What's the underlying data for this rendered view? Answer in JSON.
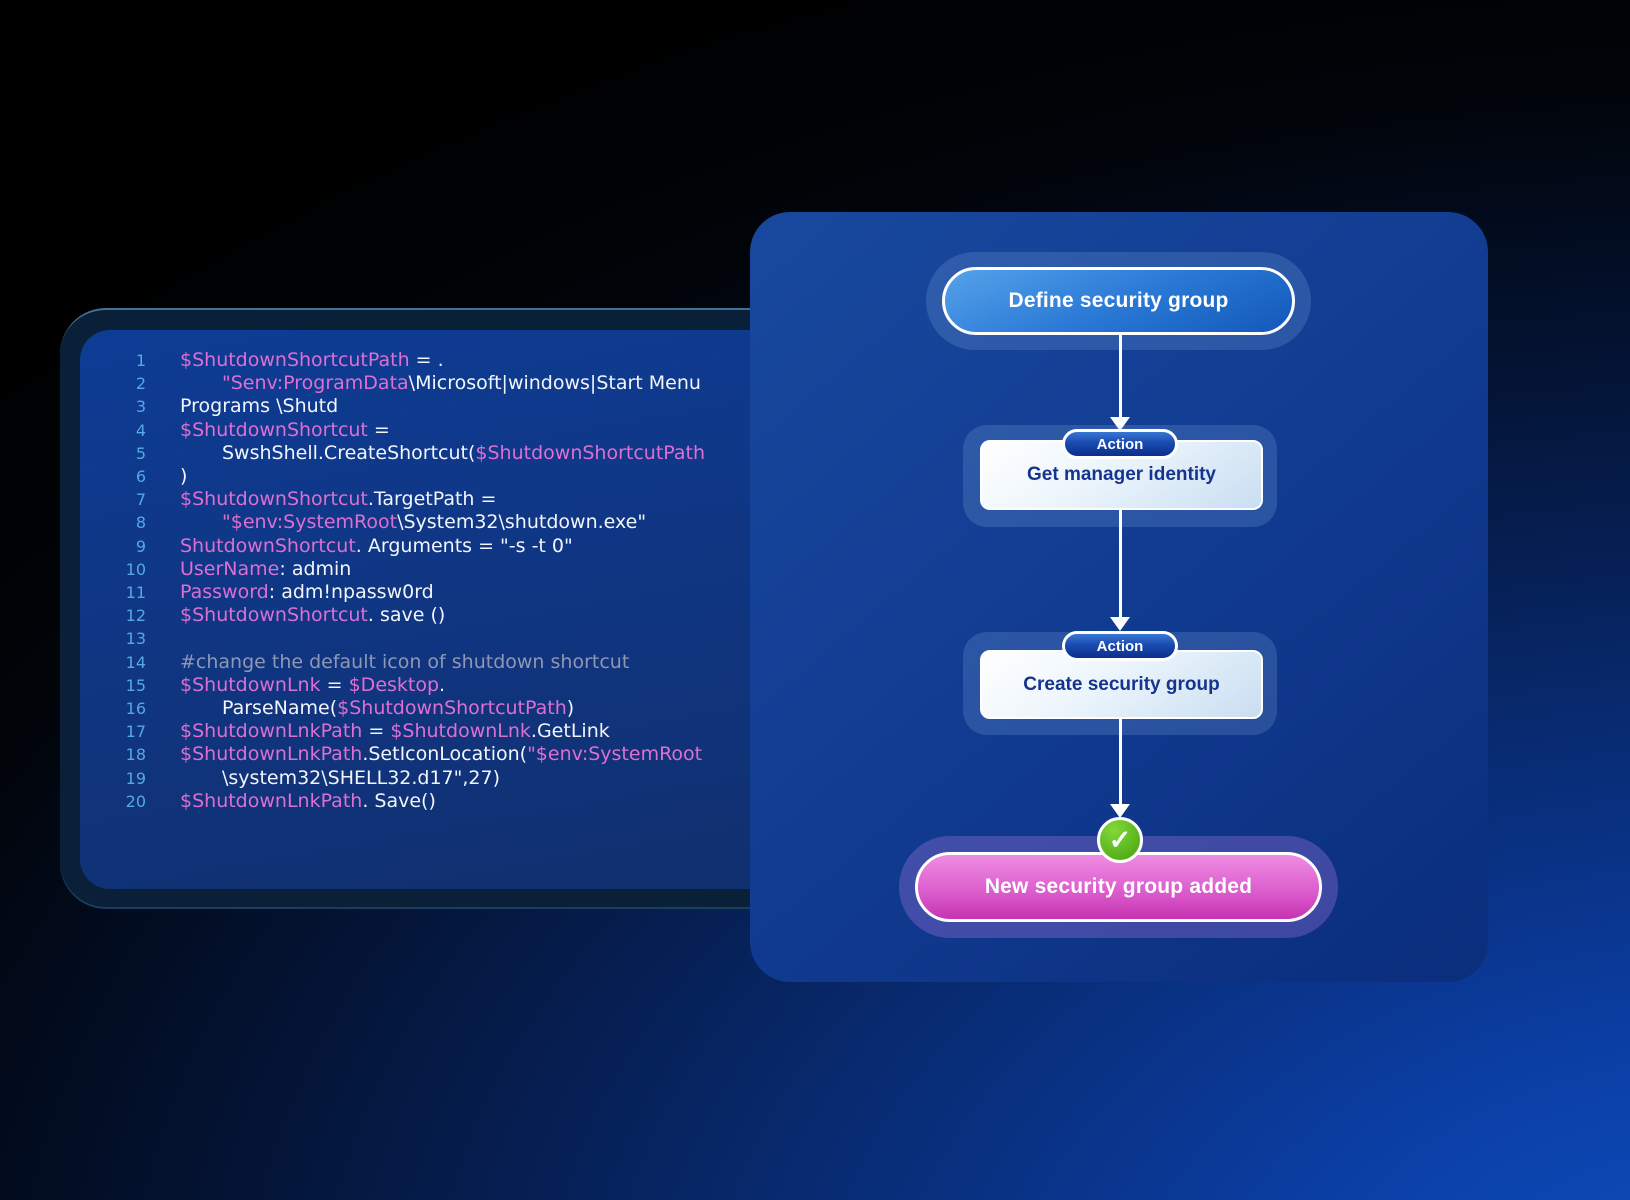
{
  "colors": {
    "background_dark": "#000000",
    "background_bright": "#0d47b5",
    "code_frame": "#0a2038",
    "code_panel_top": "#0e3c95",
    "code_panel_bottom": "#112f6e",
    "line_number": "#54a9e2",
    "code_variable_pink": "#de6fd2",
    "code_plain_white": "#f2f5fb",
    "code_comment_gray": "#8e98b4",
    "flow_panel_light": "#18499e",
    "flow_panel_dark": "#0b2d7c",
    "start_pill_light": "#55a2ea",
    "start_pill_dark": "#1258ba",
    "action_badge_light": "#3a77d4",
    "action_badge_dark": "#0b2f8c",
    "action_box_top": "#ffffff",
    "action_box_bottom": "#c9def2",
    "action_box_text": "#16338f",
    "result_pill_light": "#ee8ce2",
    "result_pill_dark": "#c633b2",
    "check_green": "#62bd23"
  },
  "code_panel": {
    "lines": [
      {
        "n": "1",
        "indent": 0,
        "seg": [
          {
            "t": "v",
            "x": "$ShutdownShortcutPath"
          },
          {
            "t": "p",
            "x": " =  ."
          }
        ]
      },
      {
        "n": "2",
        "indent": 1,
        "seg": [
          {
            "t": "v",
            "x": "\"Senv:ProgramData"
          },
          {
            "t": "p",
            "x": "\\Microsoft|windows|Start Menu"
          }
        ]
      },
      {
        "n": "3",
        "indent": 0,
        "seg": [
          {
            "t": "p",
            "x": "Programs \\Shutd"
          }
        ]
      },
      {
        "n": "4",
        "indent": 0,
        "seg": [
          {
            "t": "v",
            "x": "$ShutdownShortcut"
          },
          {
            "t": "p",
            "x": " ="
          }
        ]
      },
      {
        "n": "5",
        "indent": 1,
        "seg": [
          {
            "t": "p",
            "x": "SwshShell.CreateShortcut("
          },
          {
            "t": "v",
            "x": "$ShutdownShortcutPath"
          }
        ]
      },
      {
        "n": "6",
        "indent": 0,
        "seg": [
          {
            "t": "p",
            "x": ")"
          }
        ]
      },
      {
        "n": "7",
        "indent": 0,
        "seg": [
          {
            "t": "v",
            "x": "$ShutdownShortcut"
          },
          {
            "t": "p",
            "x": ".TargetPath ="
          }
        ]
      },
      {
        "n": "8",
        "indent": 1,
        "seg": [
          {
            "t": "v",
            "x": "\"$env:SystemRoot"
          },
          {
            "t": "p",
            "x": "\\System32\\shutdown.exe\""
          }
        ]
      },
      {
        "n": "9",
        "indent": 0,
        "seg": [
          {
            "t": "v",
            "x": "ShutdownShortcut"
          },
          {
            "t": "p",
            "x": ". Arguments = \"-s -t 0\""
          }
        ]
      },
      {
        "n": "10",
        "indent": 0,
        "seg": [
          {
            "t": "v",
            "x": "UserName"
          },
          {
            "t": "p",
            "x": ": admin"
          }
        ]
      },
      {
        "n": "11",
        "indent": 0,
        "seg": [
          {
            "t": "v",
            "x": "Password"
          },
          {
            "t": "p",
            "x": ": adm!npassw0rd"
          }
        ]
      },
      {
        "n": "12",
        "indent": 0,
        "seg": [
          {
            "t": "v",
            "x": "$ShutdownShortcut"
          },
          {
            "t": "p",
            "x": ". save ()"
          }
        ]
      },
      {
        "n": "13",
        "indent": 0,
        "seg": []
      },
      {
        "n": "14",
        "indent": 0,
        "seg": [
          {
            "t": "c",
            "x": "#change the default icon of shutdown shortcut"
          }
        ]
      },
      {
        "n": "15",
        "indent": 0,
        "seg": [
          {
            "t": "v",
            "x": "$ShutdownLnk"
          },
          {
            "t": "p",
            "x": " = "
          },
          {
            "t": "v",
            "x": "$Desktop"
          },
          {
            "t": "p",
            "x": "."
          }
        ]
      },
      {
        "n": "16",
        "indent": 1,
        "seg": [
          {
            "t": "p",
            "x": "ParseName("
          },
          {
            "t": "v",
            "x": "$ShutdownShortcutPath"
          },
          {
            "t": "p",
            "x": ")"
          }
        ]
      },
      {
        "n": "17",
        "indent": 0,
        "seg": [
          {
            "t": "v",
            "x": "$ShutdownLnkPath"
          },
          {
            "t": "p",
            "x": " = "
          },
          {
            "t": "v",
            "x": "$ShutdownLnk"
          },
          {
            "t": "p",
            "x": ".GetLink"
          }
        ]
      },
      {
        "n": "18",
        "indent": 0,
        "seg": [
          {
            "t": "v",
            "x": "$ShutdownLnkPath"
          },
          {
            "t": "p",
            "x": ".SetIconLocation("
          },
          {
            "t": "v",
            "x": "\"$env:SystemRoot"
          }
        ]
      },
      {
        "n": "19",
        "indent": 1,
        "seg": [
          {
            "t": "p",
            "x": "\\system32\\SHELL32.d17\",27)"
          }
        ]
      },
      {
        "n": "20",
        "indent": 0,
        "seg": [
          {
            "t": "v",
            "x": "$ShutdownLnkPath"
          },
          {
            "t": "p",
            "x": ". Save()"
          }
        ]
      }
    ]
  },
  "flowchart": {
    "start": {
      "label": "Define security group"
    },
    "steps": [
      {
        "badge": "Action",
        "label": "Get manager identity"
      },
      {
        "badge": "Action",
        "label": "Create security group"
      }
    ],
    "result": {
      "label": "New security group added"
    },
    "check_icon": "checkmark",
    "check_glyph": "✓"
  }
}
